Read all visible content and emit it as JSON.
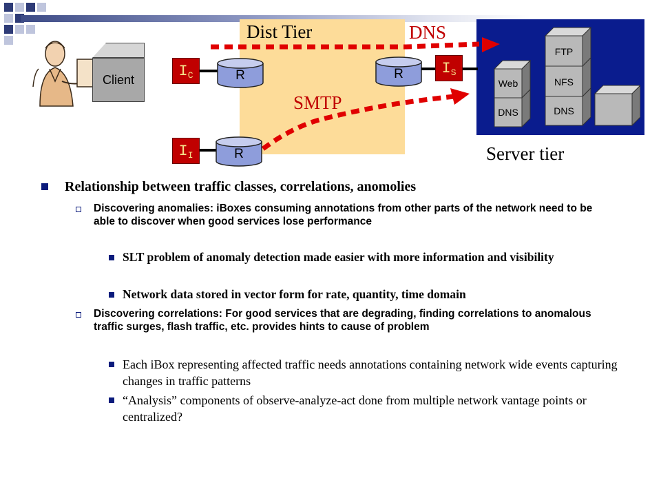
{
  "diagram": {
    "dist_tier_label": "Dist Tier",
    "smtp_label": "SMTP",
    "dns_label": "DNS",
    "server_tier_label": "Server tier",
    "client_label": "Client",
    "ibox_c": {
      "base": "I",
      "sub": "C"
    },
    "ibox_s": {
      "base": "I",
      "sub": "S"
    },
    "ibox_i": {
      "base": "I",
      "sub": "I"
    },
    "router_label": "R",
    "server_boxes": {
      "web": "Web",
      "dns_left": "DNS",
      "ftp": "FTP",
      "nfs": "NFS",
      "dns_right": "DNS"
    },
    "colors": {
      "dist_tier_bg": "#fddc99",
      "server_tier_bg": "#0a1c8e",
      "accent_red": "#c00000",
      "router_blue": "#8e9ddb",
      "bullet_blue": "#0b1b7c"
    }
  },
  "content": {
    "heading": "Relationship between traffic classes, correlations, anomolies",
    "sub1": {
      "text": "Discovering anomalies: iBoxes consuming annotations from other parts of the network need to be able to discover when good services lose performance",
      "items": [
        "SLT problem of anomaly detection made easier with more information and visibility",
        "Network data stored in vector form for rate, quantity, time domain"
      ]
    },
    "sub2": {
      "text": "Discovering correlations: For good services that are degrading, finding correlations to anomalous traffic surges, flash traffic, etc. provides hints to cause of problem",
      "items": [
        "Each iBox representing affected traffic needs annotations containing network wide events capturing changes in traffic patterns",
        "“Analysis” components of observe-analyze-act done from multiple network vantage points or centralized?"
      ]
    }
  }
}
